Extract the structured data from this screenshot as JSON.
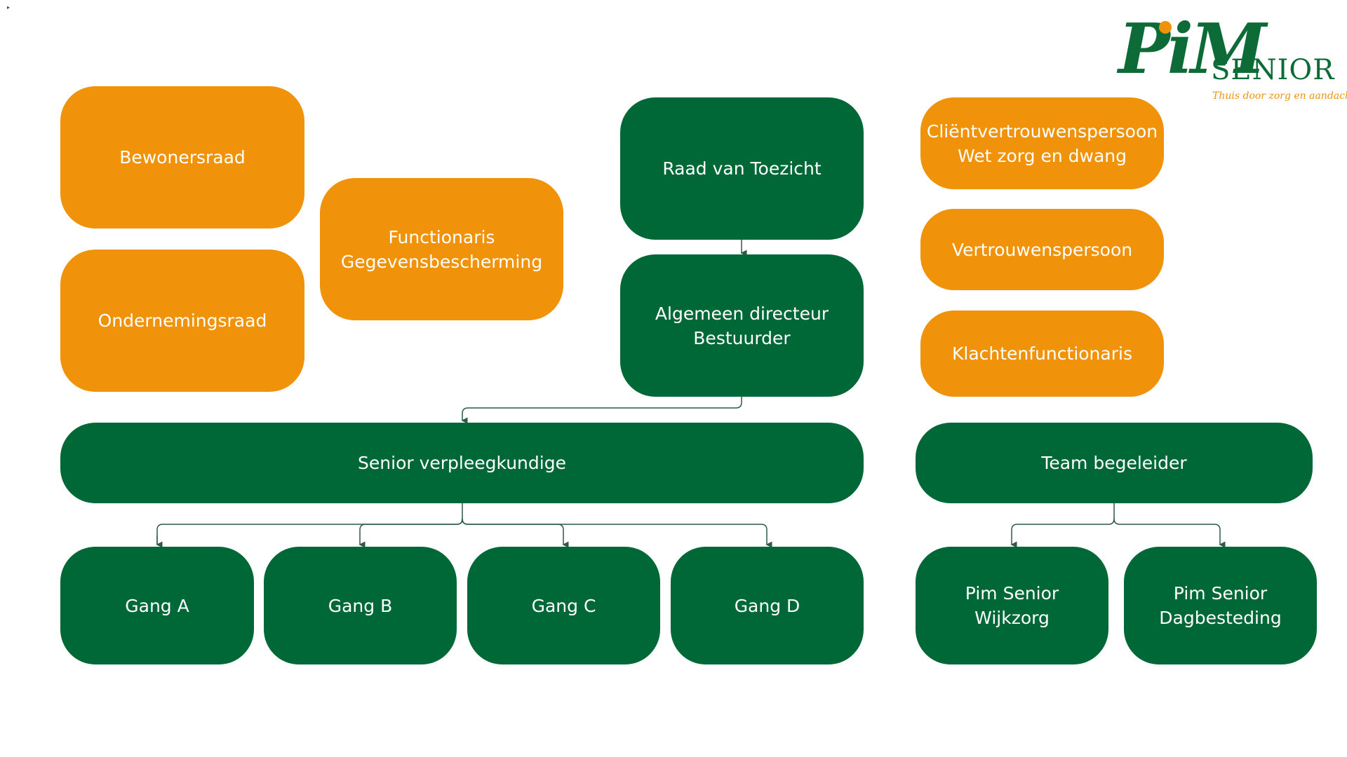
{
  "colors": {
    "orange": "#F0920A",
    "green": "#006837",
    "connector": "#2E5A46",
    "background": "#FFFFFF"
  },
  "logo": {
    "brand": "PiM",
    "word": "SENIOR",
    "tagline": "Thuis door zorg en aandacht"
  },
  "nodes": {
    "bewonersraad": "Bewonersraad",
    "ondernemingsraad": "Ondernemingsraad",
    "functionaris": "Functionaris\nGegevensbescherming",
    "raad_van_toezicht": "Raad van Toezicht",
    "algemeen_directeur": "Algemeen directeur\nBestuurder",
    "clientvertrouwenspersoon": "Cliëntvertrouwenspersoon\nWet zorg en dwang",
    "vertrouwenspersoon": "Vertrouwenspersoon",
    "klachtenfunctionaris": "Klachtenfunctionaris",
    "senior_verpleegkundige": "Senior verpleegkundige",
    "team_begeleider": "Team begeleider",
    "gang_a": "Gang A",
    "gang_b": "Gang B",
    "gang_c": "Gang C",
    "gang_d": "Gang D",
    "wijkzorg": "Pim Senior\nWijkzorg",
    "dagbesteding": "Pim Senior\nDagbesteding"
  }
}
